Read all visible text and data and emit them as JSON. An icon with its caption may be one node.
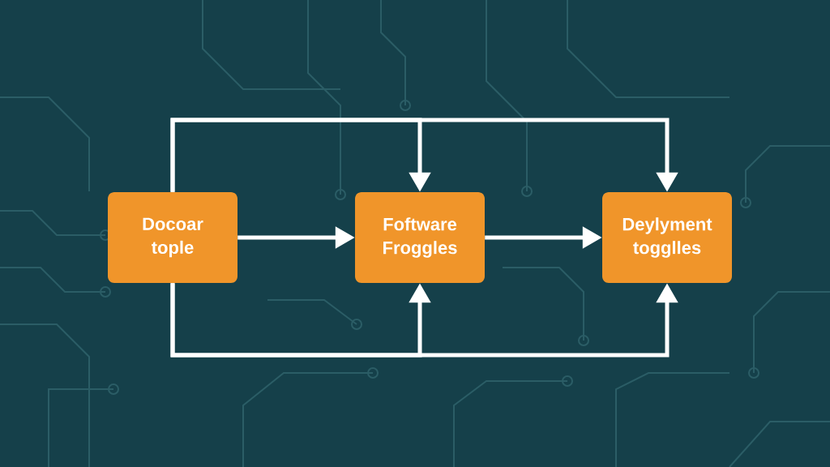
{
  "diagram": {
    "nodes": [
      {
        "text": [
          "Docoar tople"
        ]
      },
      {
        "text": [
          "Foftware Froggles"
        ]
      },
      {
        "text": [
          "Deylyment togglles"
        ]
      }
    ],
    "edges": [
      {
        "from": 0,
        "to": 1,
        "arrow": "to"
      },
      {
        "from": 1,
        "to": 2,
        "arrow": "to"
      },
      {
        "from": 0,
        "to": 1,
        "arrow": "to"
      },
      {
        "from": 0,
        "to": 2,
        "arrow": "to"
      },
      {
        "from": 0,
        "to": 1,
        "arrow": "to"
      },
      {
        "from": 0,
        "to": 2,
        "arrow": "to"
      }
    ]
  }
}
